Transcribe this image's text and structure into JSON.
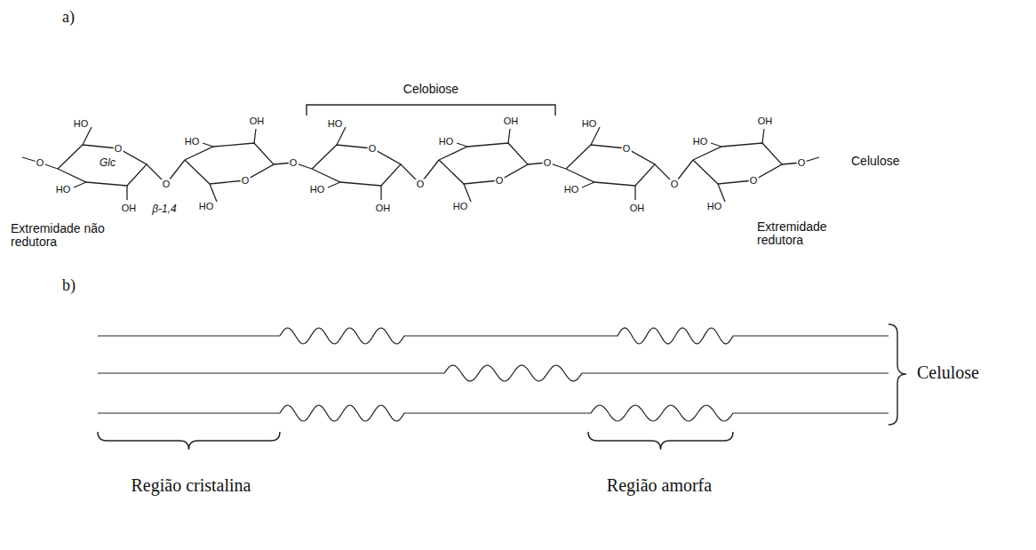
{
  "diagram": {
    "labels": [
      "a)",
      "Celobiose",
      "O",
      "HO",
      "O",
      "HO",
      "OH",
      "Glc",
      "β-1,4",
      "O",
      "HO",
      "OH",
      "O",
      "HO",
      "O",
      "HO",
      "O",
      "HO",
      "OH",
      "O",
      "HO",
      "OH",
      "O",
      "HO",
      "O",
      "HO",
      "O",
      "HO",
      "OH",
      "O",
      "HO",
      "OH",
      "O",
      "HO",
      "O",
      "Celulose",
      "Extremidade não redutora",
      "Extremidade redutora",
      "b)",
      "Celulose",
      "Região cristalina",
      "Região amorfa"
    ]
  }
}
